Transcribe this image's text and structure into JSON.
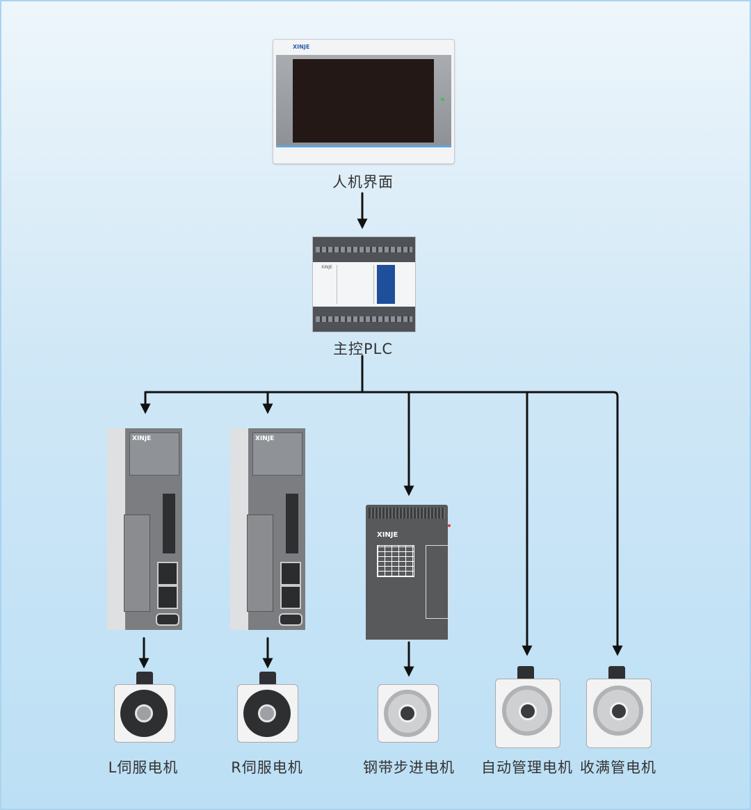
{
  "diagram": {
    "nodes": {
      "hmi": {
        "label": "人机界面",
        "brand": "XINJE"
      },
      "plc": {
        "label": "主控PLC",
        "brand": "XINJE"
      },
      "servo_driver_l": {
        "brand": "XINJE"
      },
      "servo_driver_r": {
        "brand": "XINJE"
      },
      "stepper_driver": {
        "brand": "XINJE"
      },
      "motor_l": {
        "label": "L伺服电机"
      },
      "motor_r": {
        "label": "R伺服电机"
      },
      "motor_stepper": {
        "label": "钢带步进电机"
      },
      "motor_auto": {
        "label": "自动管理电机"
      },
      "motor_collect": {
        "label": "收满管电机"
      }
    },
    "edges": [
      [
        "hmi",
        "plc"
      ],
      [
        "plc",
        "servo_driver_l"
      ],
      [
        "plc",
        "servo_driver_r"
      ],
      [
        "plc",
        "stepper_driver"
      ],
      [
        "plc",
        "motor_auto"
      ],
      [
        "plc",
        "motor_collect"
      ],
      [
        "servo_driver_l",
        "motor_l"
      ],
      [
        "servo_driver_r",
        "motor_r"
      ],
      [
        "stepper_driver",
        "motor_stepper"
      ]
    ]
  }
}
